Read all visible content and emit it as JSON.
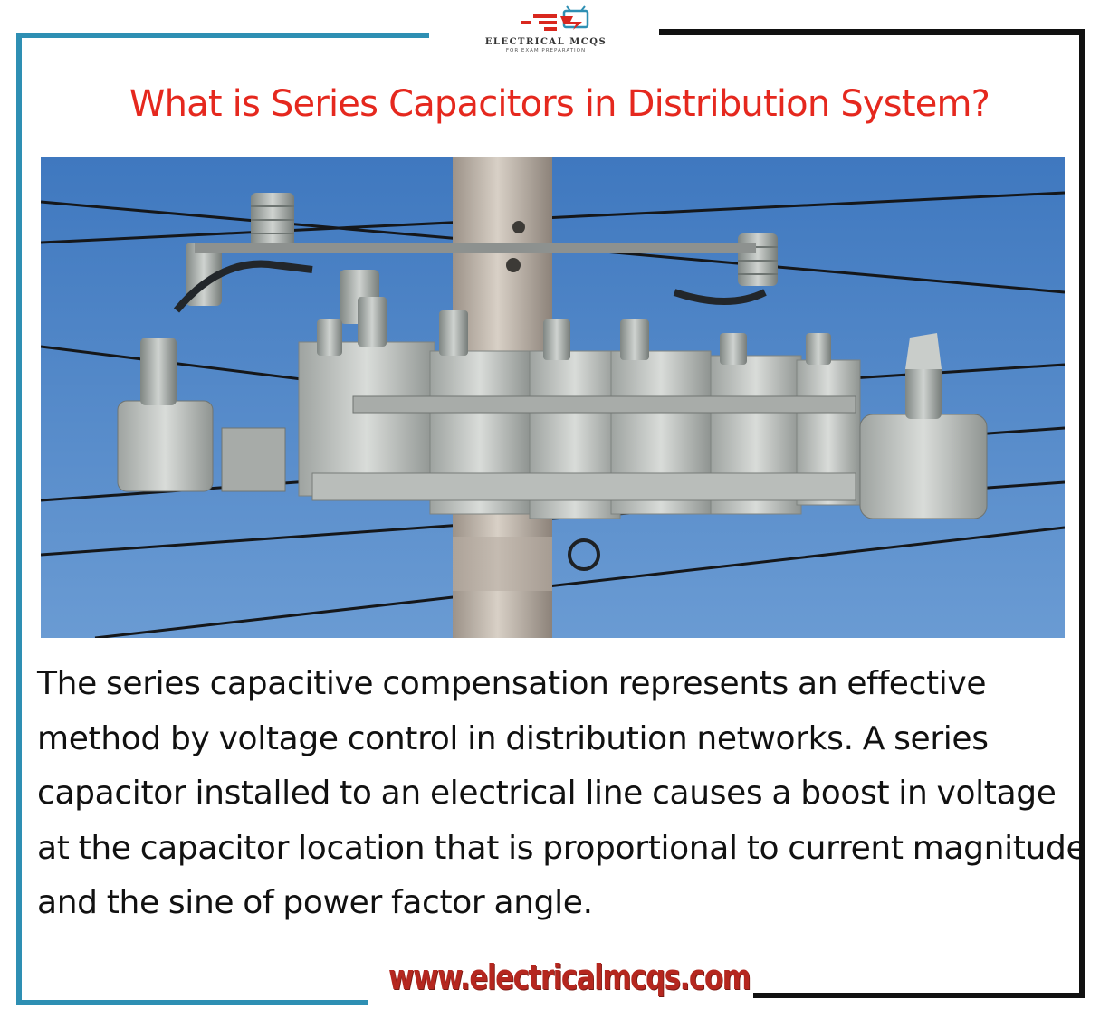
{
  "logo": {
    "name": "ELECTRICAL MCQS",
    "tagline": "FOR EXAM PREPARATION"
  },
  "title": "What is Series Capacitors in Distribution System?",
  "photo": {
    "subject": "pole-mounted series capacitor bank"
  },
  "description": "The series capacitive compensation represents an effective method by voltage control in distribution networks. A series capacitor installed to an electrical line causes a boost in voltage at the capacitor location that is proportional to current magnitude and the sine of power factor angle.",
  "website": "www.electricalmcqs.com",
  "colors": {
    "title": "#e5281e",
    "frame_blue": "#2e8fb3",
    "frame_black": "#111111",
    "url": "#b5271f",
    "sky": "#4f86c6"
  }
}
